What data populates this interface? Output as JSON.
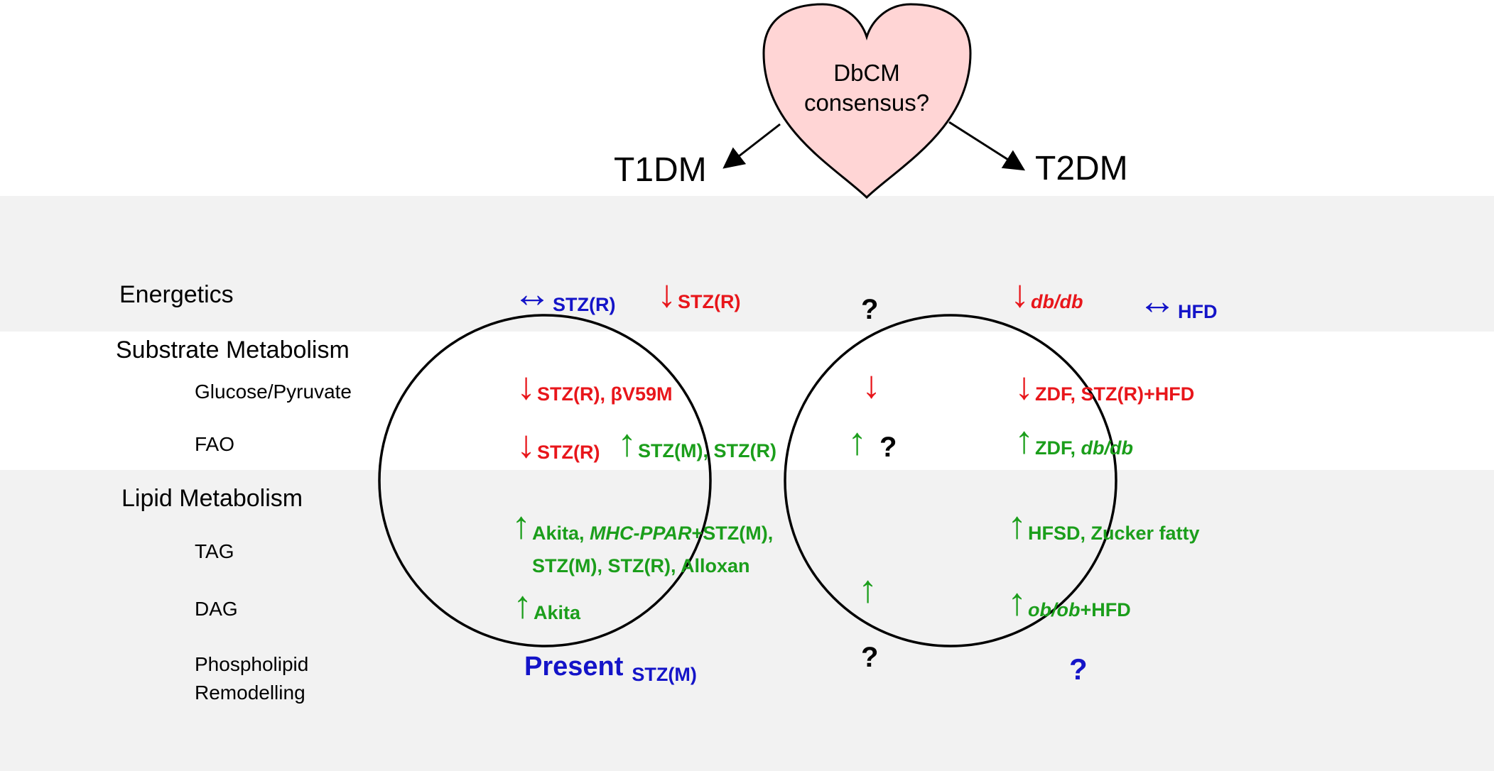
{
  "heart": {
    "line1": "DbCM",
    "line2": "consensus?"
  },
  "titles": {
    "t1": "T1DM",
    "t2": "T2DM"
  },
  "rows": {
    "energetics": "Energetics",
    "substrate": "Substrate Metabolism",
    "glucose": "Glucose/Pyruvate",
    "fao": "FAO",
    "lipid": "Lipid Metabolism",
    "tag": "TAG",
    "dag": "DAG",
    "phospho1": "Phospholipid",
    "phospho2": "Remodelling"
  },
  "t1dm": {
    "energetics_a": "STZ(R)",
    "energetics_b": "STZ(R)",
    "glucose": "STZ(R), βV59M",
    "fao_a": "STZ(R)",
    "fao_b": "STZ(M), STZ(R)",
    "tag_line1_a": "Akita, ",
    "tag_line1_b": "MHC-PPAR",
    "tag_line1_c": "+STZ(M),",
    "tag_line2": "STZ(M), STZ(R), Alloxan",
    "dag": "Akita",
    "phospho_word": "Present",
    "phospho_model": "STZ(M)"
  },
  "overlap": {
    "energetics": "?",
    "fao": "?",
    "phospho": "?"
  },
  "t2dm": {
    "energetics_a": "db/db",
    "energetics_b": "HFD",
    "glucose": "ZDF, STZ(R)+HFD",
    "fao_a": "ZDF, ",
    "fao_b": "db/db",
    "tag": "HFSD, Zucker fatty",
    "dag_a": "ob/ob",
    "dag_b": "+HFD",
    "phospho": "?"
  },
  "glyphs": {
    "down": "↓",
    "up": "↑",
    "both": "↔"
  },
  "colors": {
    "decrease": "#e8161b",
    "increase": "#1b9e1b",
    "no_change": "#1414c8",
    "heart_fill": "#ffd5d5",
    "band": "#f2f2f2"
  }
}
